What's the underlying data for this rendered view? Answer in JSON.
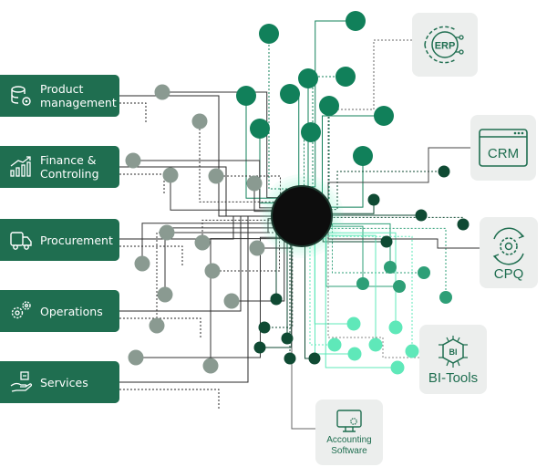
{
  "departments": [
    {
      "label": "Product\nmanagement",
      "icon": "database-gear-icon"
    },
    {
      "label": "Finance &\nControling",
      "icon": "chart-growth-icon"
    },
    {
      "label": "Procurement",
      "icon": "delivery-truck-icon"
    },
    {
      "label": "Operations",
      "icon": "gears-icon"
    },
    {
      "label": "Services",
      "icon": "hand-service-icon"
    }
  ],
  "tools": {
    "erp": {
      "label": "ERP",
      "icon": "gear-erp-icon"
    },
    "crm": {
      "label": "CRM",
      "icon": "browser-window-icon"
    },
    "cpq": {
      "label": "CPQ",
      "icon": "cycle-gear-icon"
    },
    "bi": {
      "label": "BI-Tools",
      "chip": "BI",
      "icon": "chip-icon"
    },
    "accounting": {
      "label": "Accounting\nSoftware",
      "icon": "monitor-gear-icon"
    }
  },
  "colors": {
    "department_bg": "#1f6e50",
    "node_dark_green": "#11805a",
    "node_gray": "#8a9a91",
    "node_deep_green": "#0f4a33",
    "node_mint": "#5fe8b9",
    "node_medium_green": "#2e9f77",
    "hub": "#0d0d0d",
    "tool_card": "#eceeed"
  }
}
